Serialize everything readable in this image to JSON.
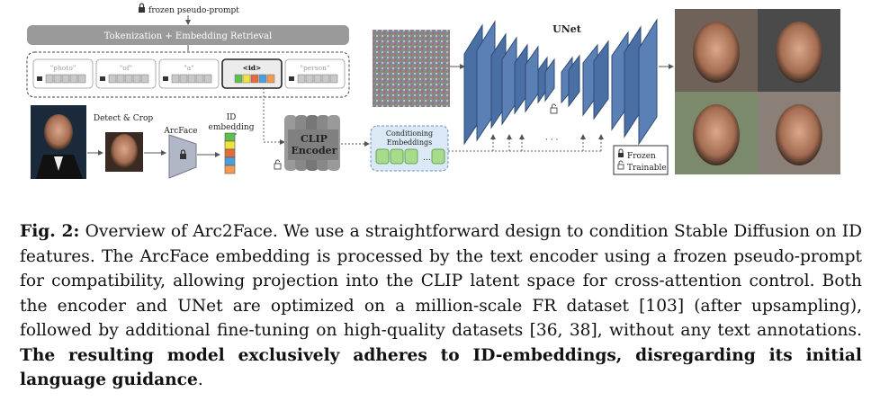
{
  "diagram": {
    "frozen_prompt_label": "frozen pseudo-prompt",
    "tokenizer_label": "Tokenization + Embedding Retrieval",
    "tokens": [
      "\"photo\"",
      "\"of\"",
      "\"a\"",
      "<id>",
      "\"person\""
    ],
    "detect_label": "Detect & Crop",
    "arcface_label": "ArcFace",
    "id_embedding_label": "ID\nembedding",
    "clip_label_1": "CLIP",
    "clip_label_2": "Encoder",
    "cond_label": "Conditioning\nEmbeddings",
    "unet_label": "UNet",
    "legend_frozen": "Frozen",
    "legend_trainable": "Trainable",
    "id_colors": [
      "#5fbf4a",
      "#f0e040",
      "#e36a3a",
      "#4a9fd8",
      "#f39a52"
    ]
  },
  "caption": {
    "fig_label": "Fig. 2:",
    "text": " Overview of Arc2Face. We use a straightforward design to condition Stable Diffusion on ID features. The ArcFace embedding is processed by the text encoder using a frozen pseudo-prompt for compatibility, allowing projection into the CLIP latent space for cross-attention control. Both the encoder and UNet are optimized on a million-scale FR dataset [103] (after upsampling), followed by additional fine-tuning on high-quality datasets [36, 38], without any text annotations. ",
    "bold_text": "The resulting model exclusively adheres to ID-embeddings, disregarding its initial language guidance",
    "end": "."
  }
}
